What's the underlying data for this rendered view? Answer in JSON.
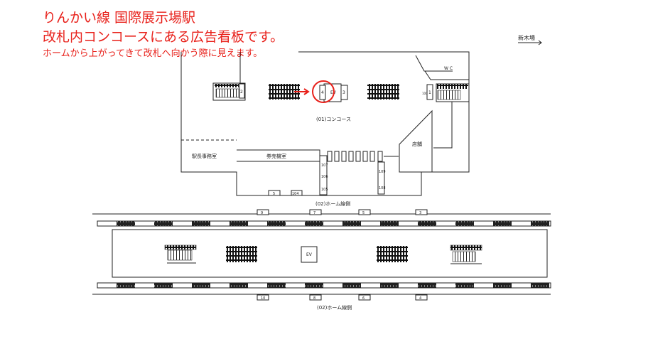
{
  "caption": {
    "line1": "りんかい線 国際展示場駅",
    "line2": "改札内コンコースにある広告看板です。",
    "line3": "ホームから上がってきて改札へ向かう際に見えます。"
  },
  "direction_label": "新木場",
  "concourse": {
    "label": "(01)コンコース",
    "wc": "W C",
    "shop": "店舗",
    "station_office": "駅長事務室",
    "ticket_room": "券売機室",
    "ev": "EV",
    "boards": [
      "4",
      "3",
      "2",
      "1",
      "100",
      "107",
      "106",
      "105",
      "109",
      "108",
      "5",
      "104"
    ],
    "highlight_color": "#e8201a"
  },
  "platform": {
    "label_top": "(02)ホーム線側",
    "label_bottom": "(02)ホーム線側",
    "top_boards": [
      "9",
      "7",
      "5",
      "3"
    ],
    "bottom_boards": [
      "10",
      "8",
      "6",
      "4"
    ],
    "ev": "EV"
  }
}
